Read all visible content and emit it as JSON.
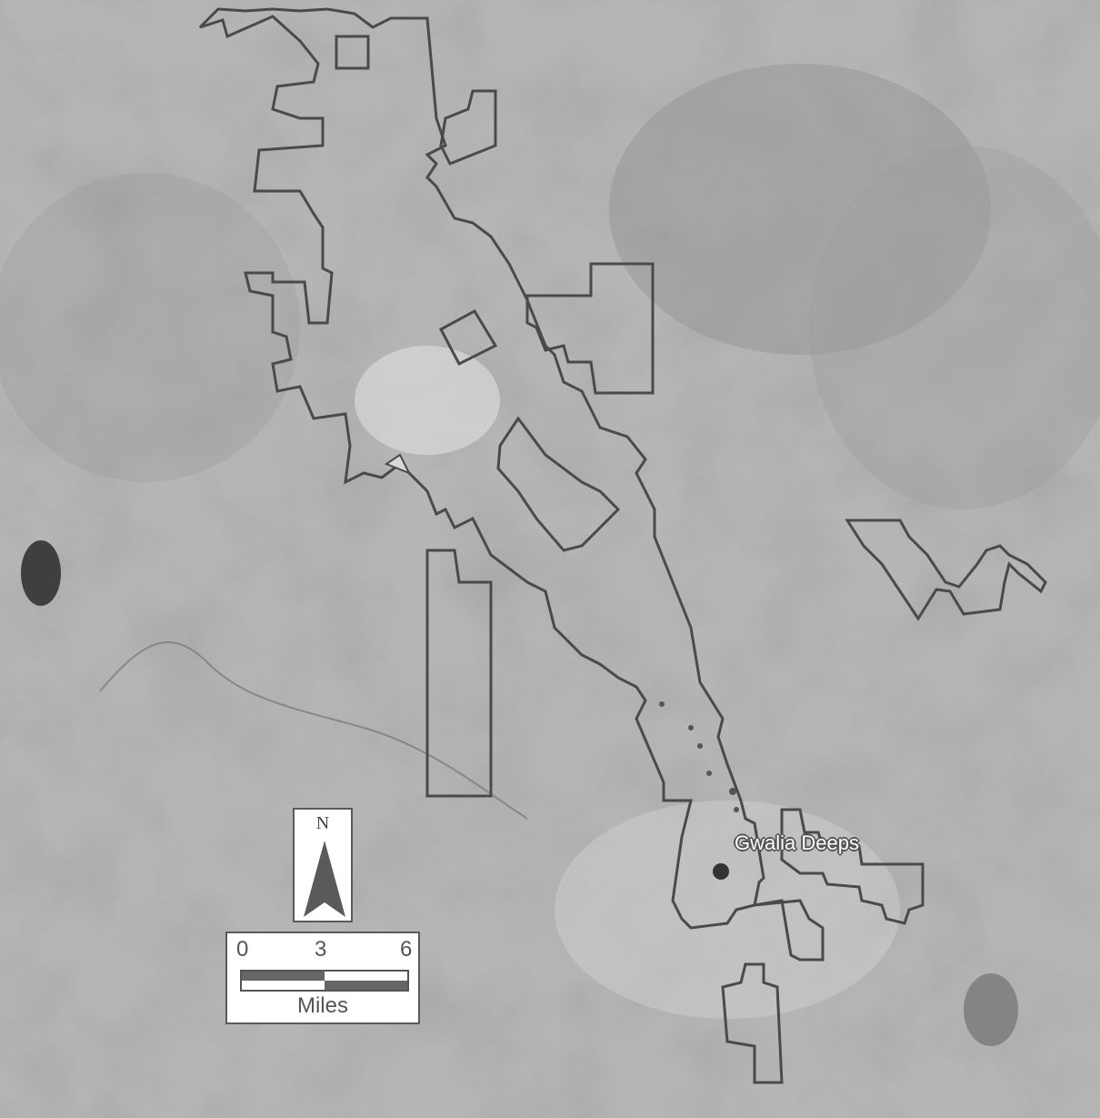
{
  "map": {
    "place_label": "Gwalia Deeps",
    "north_label": "N",
    "scale": {
      "ticks": [
        "0",
        "3",
        "6"
      ],
      "units": "Miles"
    },
    "colors": {
      "terrain": "#a9a9a9",
      "boundary": "#4a4a4a",
      "marker": "#333333"
    }
  }
}
